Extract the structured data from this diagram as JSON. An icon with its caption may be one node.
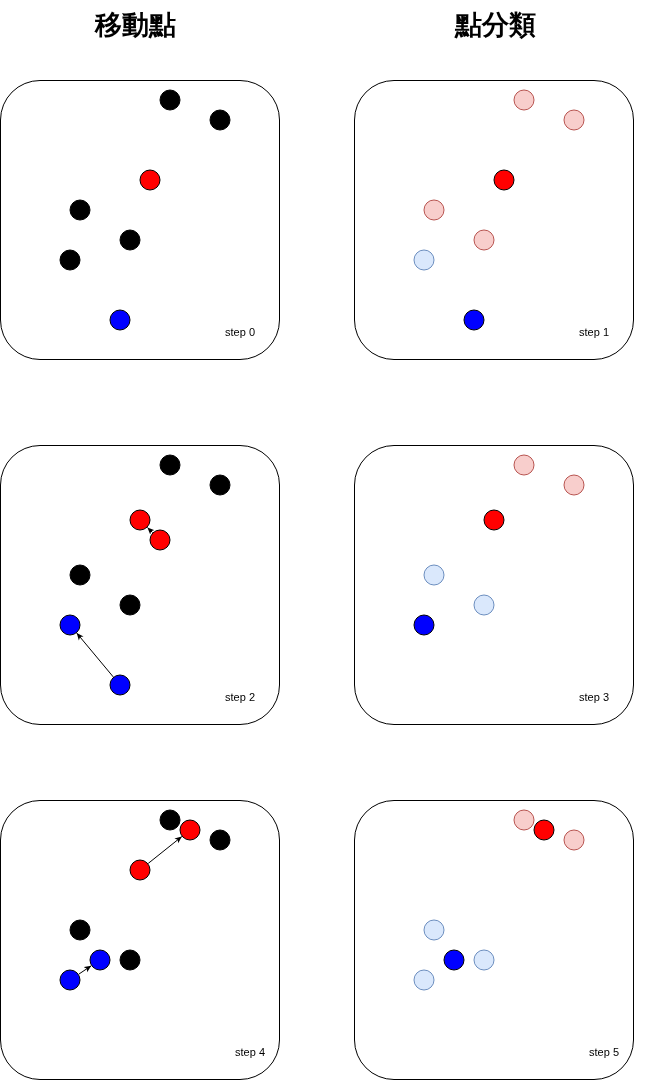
{
  "diagram": {
    "nodes": [
      {
        "text": [
          "step 0"
        ]
      },
      {
        "text": [],
        "shape": "circle",
        "in": 0
      },
      {
        "text": [],
        "shape": "circle",
        "in": 0
      },
      {
        "text": [],
        "shape": "circle",
        "in": 0
      },
      {
        "text": [],
        "shape": "circle",
        "in": 0
      },
      {
        "text": [],
        "shape": "circle",
        "in": 0
      },
      {
        "text": [],
        "shape": "circle",
        "in": 0
      },
      {
        "text": [],
        "shape": "circle",
        "in": 0
      },
      {
        "text": [
          "step 1"
        ]
      },
      {
        "text": [],
        "shape": "circle",
        "in": 8
      },
      {
        "text": [],
        "shape": "circle",
        "in": 8
      },
      {
        "text": [],
        "shape": "circle",
        "in": 8
      },
      {
        "text": [],
        "shape": "circle",
        "in": 8
      },
      {
        "text": [],
        "shape": "circle",
        "in": 8
      },
      {
        "text": [],
        "shape": "circle",
        "in": 8
      },
      {
        "text": [],
        "shape": "circle",
        "in": 8
      },
      {
        "text": [
          "step 2"
        ]
      },
      {
        "text": [],
        "shape": "circle",
        "in": 16
      },
      {
        "text": [],
        "shape": "circle",
        "in": 16
      },
      {
        "text": [],
        "shape": "circle",
        "in": 16
      },
      {
        "text": [],
        "shape": "circle",
        "in": 16
      },
      {
        "text": [],
        "shape": "circle",
        "in": 16
      },
      {
        "text": [],
        "shape": "circle",
        "in": 16
      },
      {
        "text": [],
        "shape": "circle",
        "in": 16
      },
      {
        "text": [],
        "shape": "circle",
        "in": 16
      },
      {
        "text": [
          "step 3"
        ]
      },
      {
        "text": [],
        "shape": "circle",
        "in": 25
      },
      {
        "text": [],
        "shape": "circle",
        "in": 25
      },
      {
        "text": [],
        "shape": "circle",
        "in": 25
      },
      {
        "text": [],
        "shape": "circle",
        "in": 25
      },
      {
        "text": [],
        "shape": "circle",
        "in": 25
      },
      {
        "text": [],
        "shape": "circle",
        "in": 25
      },
      {
        "text": [
          "step 4"
        ]
      },
      {
        "text": [],
        "shape": "circle",
        "in": 32
      },
      {
        "text": [],
        "shape": "circle",
        "in": 32
      },
      {
        "text": [],
        "shape": "circle",
        "in": 32
      },
      {
        "text": [],
        "shape": "circle",
        "in": 32
      },
      {
        "text": [],
        "shape": "circle",
        "in": 32
      },
      {
        "text": [],
        "shape": "circle",
        "in": 32
      },
      {
        "text": [],
        "shape": "circle",
        "in": 32
      },
      {
        "text": [],
        "shape": "circle",
        "in": 32
      },
      {
        "text": [
          "step 5"
        ]
      },
      {
        "text": [],
        "shape": "circle",
        "in": 41
      },
      {
        "text": [],
        "shape": "circle",
        "in": 41
      },
      {
        "text": [],
        "shape": "circle",
        "in": 41
      },
      {
        "text": [],
        "shape": "circle",
        "in": 41
      },
      {
        "text": [],
        "shape": "circle",
        "in": 41
      },
      {
        "text": [],
        "shape": "circle",
        "in": 41
      },
      {
        "text": [],
        "shape": "circle",
        "in": 41
      }
    ],
    "edges": [
      {
        "from": 20,
        "to": 19,
        "arrow": "to"
      },
      {
        "from": 24,
        "to": 23,
        "arrow": "to"
      },
      {
        "from": 36,
        "to": 34,
        "arrow": "to"
      },
      {
        "from": 40,
        "to": 38,
        "arrow": "to"
      }
    ],
    "labels": [
      "移動點",
      "點分類"
    ]
  }
}
